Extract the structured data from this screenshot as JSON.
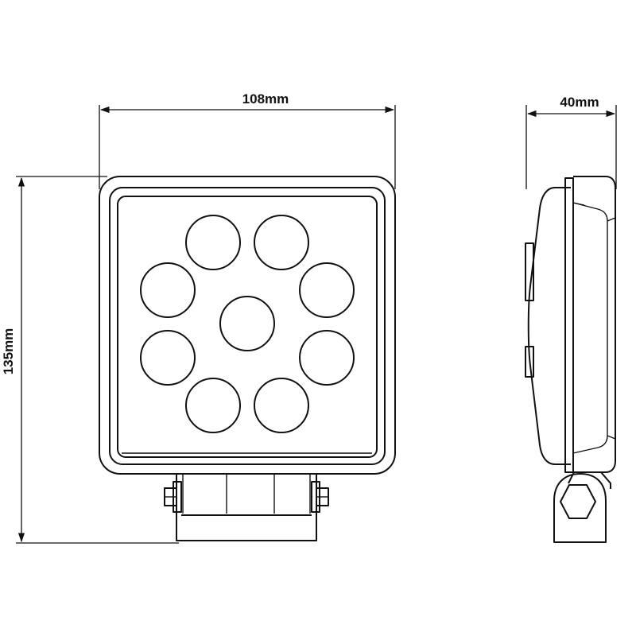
{
  "dimensions": {
    "width_label": "108mm",
    "height_label": "135mm",
    "depth_label": "40mm"
  },
  "colors": {
    "line": "#111111",
    "background": "#ffffff"
  }
}
